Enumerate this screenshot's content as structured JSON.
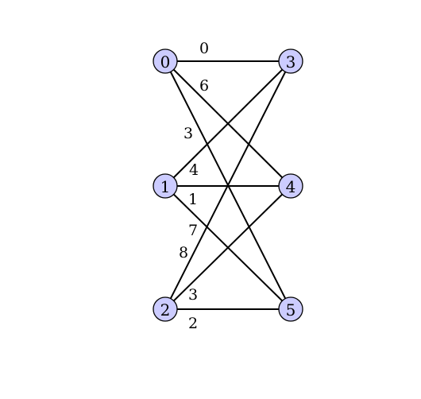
{
  "graph": {
    "node_fill": "#ccccff",
    "stroke_color": "#000000",
    "nodes": [
      {
        "id": "0",
        "label": "0"
      },
      {
        "id": "1",
        "label": "1"
      },
      {
        "id": "2",
        "label": "2"
      },
      {
        "id": "3",
        "label": "3"
      },
      {
        "id": "4",
        "label": "4"
      },
      {
        "id": "5",
        "label": "5"
      }
    ],
    "edges": [
      {
        "from": "0",
        "to": "3",
        "weight": "0"
      },
      {
        "from": "0",
        "to": "4",
        "weight": "6"
      },
      {
        "from": "0",
        "to": "5",
        "weight": "3"
      },
      {
        "from": "1",
        "to": "3",
        "weight": "4"
      },
      {
        "from": "1",
        "to": "4",
        "weight": "1"
      },
      {
        "from": "1",
        "to": "5",
        "weight": "7"
      },
      {
        "from": "2",
        "to": "3",
        "weight": "8"
      },
      {
        "from": "2",
        "to": "4",
        "weight": "3"
      },
      {
        "from": "2",
        "to": "5",
        "weight": "2"
      }
    ]
  }
}
